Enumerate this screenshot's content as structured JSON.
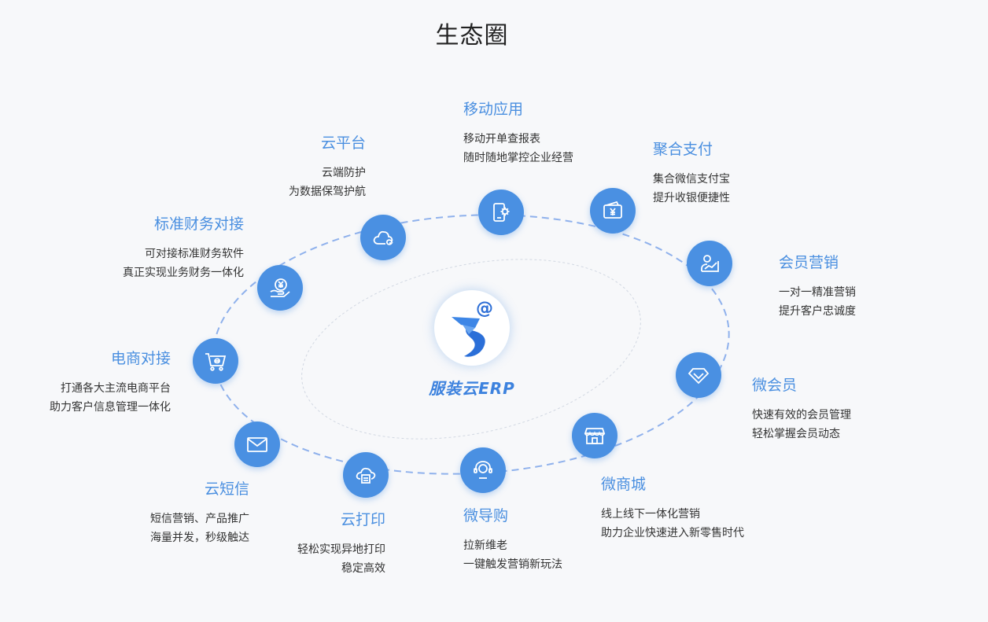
{
  "title": "生态圈",
  "center": {
    "brand": "服装云ERP",
    "logo_glyph": "@"
  },
  "colors": {
    "accent": "#4a90e2",
    "title_text": "#4a8fe0",
    "body_text": "#333333"
  },
  "nodes": [
    {
      "id": "mobile-app",
      "icon": "mobile-gear-icon",
      "title": "移动应用",
      "lines": [
        "移动开单查报表",
        "随时随地掌控企业经营"
      ]
    },
    {
      "id": "aggregate-pay",
      "icon": "wallet-yen-icon",
      "title": "聚合支付",
      "lines": [
        "集合微信支付宝",
        "提升收银便捷性"
      ]
    },
    {
      "id": "member-marketing",
      "icon": "user-chart-icon",
      "title": "会员营销",
      "lines": [
        "一对一精准营销",
        "提升客户忠诚度"
      ]
    },
    {
      "id": "micro-member",
      "icon": "diamond-icon",
      "title": "微会员",
      "lines": [
        "快速有效的会员管理",
        "轻松掌握会员动态"
      ]
    },
    {
      "id": "micro-mall",
      "icon": "store-icon",
      "title": "微商城",
      "lines": [
        "线上线下一体化营销",
        "助力企业快速进入新零售时代"
      ]
    },
    {
      "id": "micro-guide",
      "icon": "headset-icon",
      "title": "微导购",
      "lines": [
        "拉新维老",
        "一键触发营销新玩法"
      ]
    },
    {
      "id": "cloud-print",
      "icon": "cloud-printer-icon",
      "title": "云打印",
      "lines": [
        "轻松实现异地打印",
        "稳定高效"
      ]
    },
    {
      "id": "cloud-sms",
      "icon": "envelope-icon",
      "title": "云短信",
      "lines": [
        "短信营销、产品推广",
        "海量并发，秒级触达"
      ]
    },
    {
      "id": "ecommerce",
      "icon": "cart-e-icon",
      "title": "电商对接",
      "lines": [
        "打通各大主流电商平台",
        "助力客户信息管理一体化"
      ]
    },
    {
      "id": "finance",
      "icon": "hand-yen-icon",
      "title": "标准财务对接",
      "lines": [
        "可对接标准财务软件",
        "真正实现业务财务一体化"
      ]
    },
    {
      "id": "cloud-platform",
      "icon": "cloud-icon",
      "title": "云平台",
      "lines": [
        "云端防护",
        "为数据保驾护航"
      ]
    }
  ]
}
